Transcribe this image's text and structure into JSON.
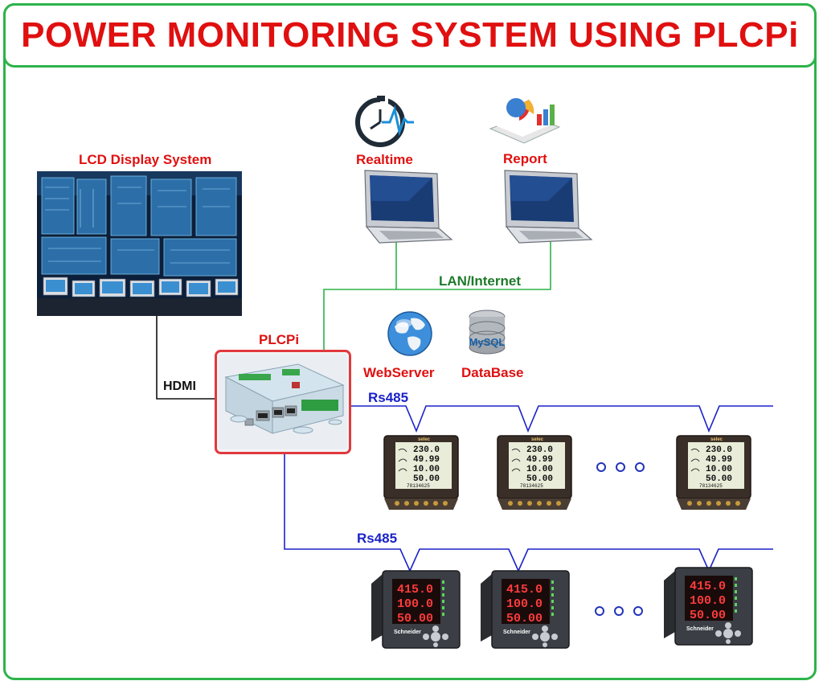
{
  "title": "POWER MONITORING SYSTEM USING PLCPi",
  "labels": {
    "lcd": "LCD Display System",
    "realtime": "Realtime",
    "report": "Report",
    "lan": "LAN/Internet",
    "plcpi": "PLCPi",
    "webserver": "WebServer",
    "database": "DataBase",
    "hdmi": "HDMI",
    "rs485_top": "Rs485",
    "rs485_bottom": "Rs485"
  },
  "meter_top": {
    "brand": "selec",
    "lines": [
      "230.0",
      "49.99",
      "10.00",
      "50.00"
    ],
    "footer": "78134625"
  },
  "meter_bottom": {
    "brand": "Schneider",
    "lines": [
      "415.0",
      "100.0",
      "50.00"
    ]
  },
  "mysql_text": "MySQL",
  "colors": {
    "title": "#e01010",
    "border": "#2db34a",
    "wire_green": "#2db34a",
    "wire_blue": "#1a22c8",
    "wire_black": "#111111",
    "plcpi_frame": "#e0393e"
  }
}
